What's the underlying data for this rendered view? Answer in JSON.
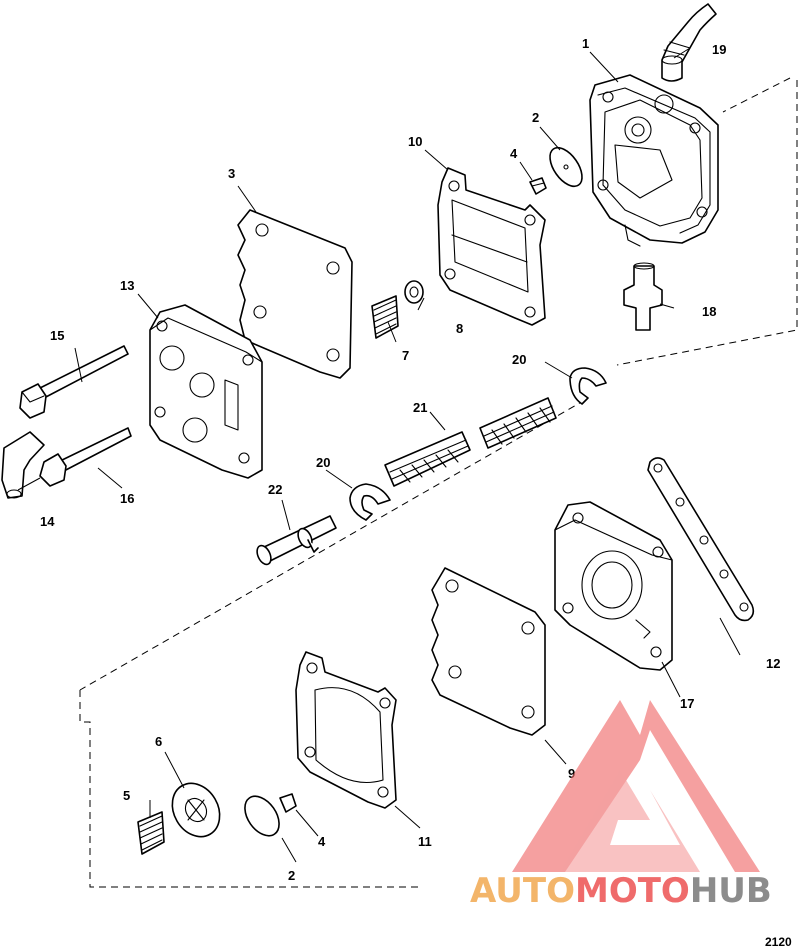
{
  "diagram": {
    "callouts": {
      "c1": "1",
      "c2a": "2",
      "c2b": "2",
      "c3": "3",
      "c4a": "4",
      "c4b": "4",
      "c5": "5",
      "c6": "6",
      "c7": "7",
      "c8": "8",
      "c9": "9",
      "c10": "10",
      "c11": "11",
      "c12": "12",
      "c13": "13",
      "c14": "14",
      "c15": "15",
      "c16": "16",
      "c17": "17",
      "c18": "18",
      "c19": "19",
      "c20a": "20",
      "c20b": "20",
      "c21": "21",
      "c22": "22"
    },
    "figure_number": "2120"
  },
  "watermark": {
    "part1": "AUTO",
    "part2": "MOTO",
    "part3": "HUB",
    "colors": {
      "orange": "#f3b56a",
      "red": "#ef6b6b",
      "gray": "#8c8c8c"
    }
  }
}
